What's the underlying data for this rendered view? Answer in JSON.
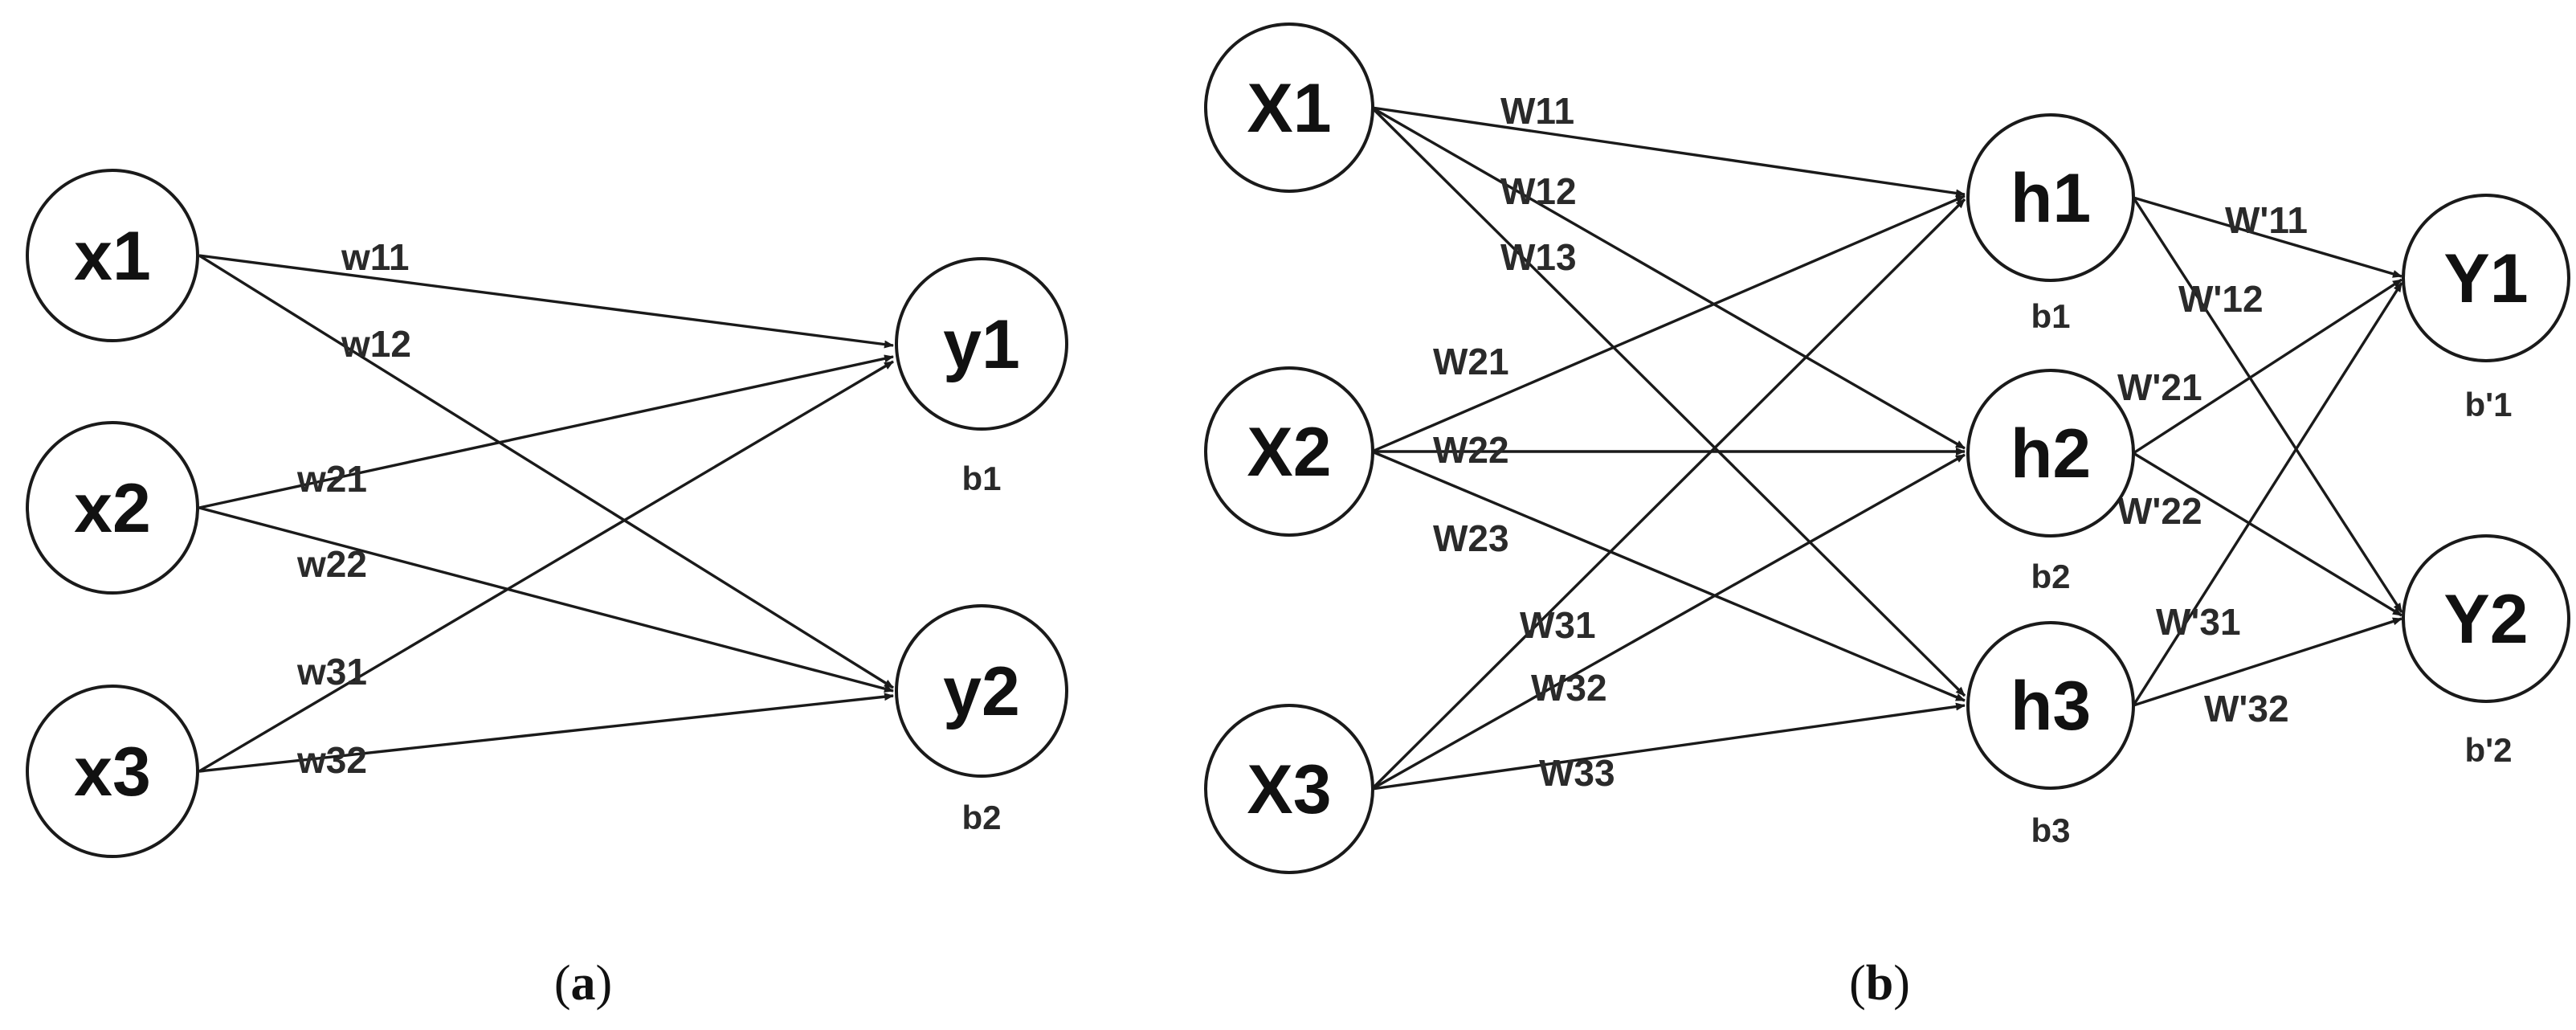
{
  "panel_a": {
    "caption_open": "(",
    "caption_letter": "a",
    "caption_close": ")",
    "nodes": {
      "x1": "x1",
      "x2": "x2",
      "x3": "x3",
      "y1": "y1",
      "y2": "y2"
    },
    "biases": {
      "y1": "b1",
      "y2": "b2"
    },
    "weights": {
      "x1_y1": "w11",
      "x1_y2": "w12",
      "x2_y1": "w21",
      "x2_y2": "w22",
      "x3_y1": "w31",
      "x3_y2": "w32"
    }
  },
  "panel_b": {
    "caption_open": "(",
    "caption_letter": "b",
    "caption_close": ")",
    "nodes": {
      "X1": "X1",
      "X2": "X2",
      "X3": "X3",
      "h1": "h1",
      "h2": "h2",
      "h3": "h3",
      "Y1": "Y1",
      "Y2": "Y2"
    },
    "biases": {
      "h1": "b1",
      "h2": "b2",
      "h3": "b3",
      "Y1": "b'1",
      "Y2": "b'2"
    },
    "weights": {
      "X1_h1": "W11",
      "X1_h2": "W12",
      "X1_h3": "W13",
      "X2_h1": "W21",
      "X2_h2": "W22",
      "X2_h3": "W23",
      "X3_h1": "W31",
      "X3_h2": "W32",
      "X3_h3": "W33",
      "h1_Y1": "W'11",
      "h1_Y2": "W'12",
      "h2_Y1": "W'21",
      "h2_Y2": "W'22",
      "h3_Y1": "W'31",
      "h3_Y2": "W'32"
    }
  }
}
